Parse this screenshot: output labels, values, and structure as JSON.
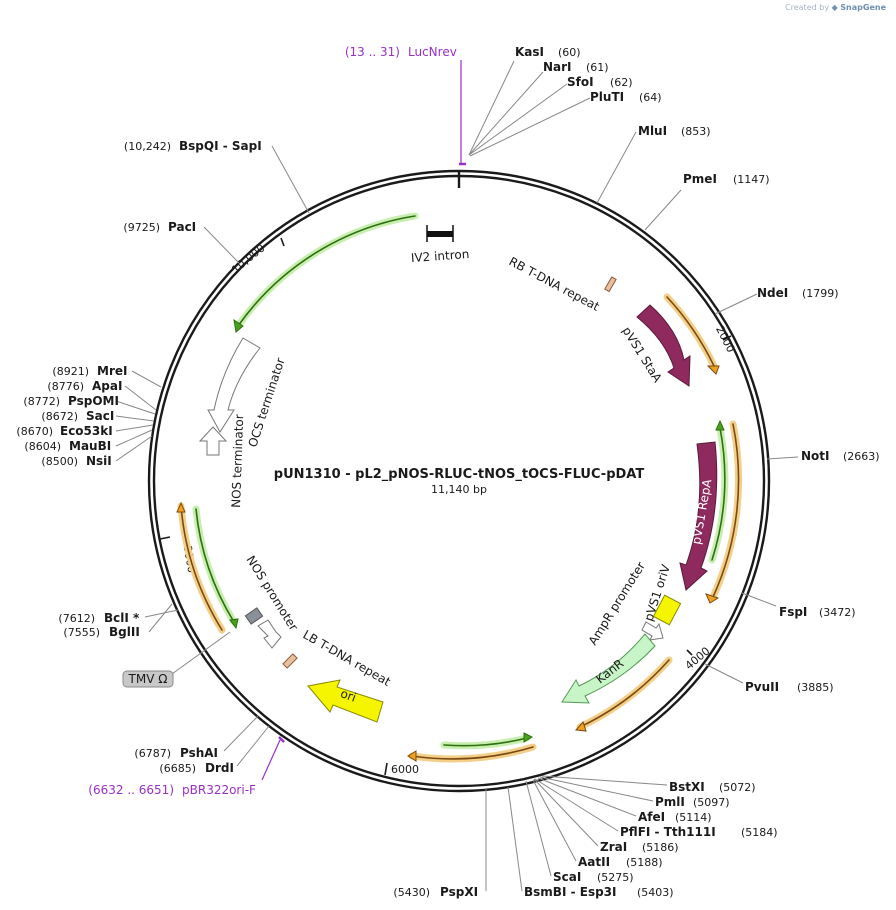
{
  "watermark": {
    "prefix": "Created by",
    "brand": "SnapGene"
  },
  "plasmid": {
    "name": "pUN1310 - pL2_pNOS-RLUC-tNOS_tOCS-FLUC-pDAT",
    "length_label": "11,140 bp",
    "length_bp": 11140,
    "ticks": [
      {
        "bp": 2000,
        "label": "2000"
      },
      {
        "bp": 4000,
        "label": "4000"
      },
      {
        "bp": 6000,
        "label": "6000"
      },
      {
        "bp": 8000,
        "label": "8000"
      },
      {
        "bp": 10000,
        "label": "10,000"
      }
    ]
  },
  "colors": {
    "backbone": "#1a1a1a",
    "enzyme_line": "#888888",
    "primer": "#9b30c8",
    "repA": "#8e2a5e",
    "orange_feature": "#f0a020",
    "green_feature": "#48a020",
    "promoter_outline": "#777777",
    "ori": "#f5f500",
    "kanr": "#c8f5c8",
    "lb_rb": "#e8c0a0",
    "tmv": "#c8c8c8"
  },
  "enzymes": [
    {
      "name": "KasI",
      "pos": "(60)"
    },
    {
      "name": "NarI",
      "pos": "(61)"
    },
    {
      "name": "SfoI",
      "pos": "(62)"
    },
    {
      "name": "PluTI",
      "pos": "(64)"
    },
    {
      "name": "MluI",
      "pos": "(853)"
    },
    {
      "name": "PmeI",
      "pos": "(1147)"
    },
    {
      "name": "NdeI",
      "pos": "(1799)"
    },
    {
      "name": "NotI",
      "pos": "(2663)"
    },
    {
      "name": "FspI",
      "pos": "(3472)"
    },
    {
      "name": "PvuII",
      "pos": "(3885)"
    },
    {
      "name": "BstXI",
      "pos": "(5072)"
    },
    {
      "name": "PmlI",
      "pos": "(5097)"
    },
    {
      "name": "AfeI",
      "pos": "(5114)"
    },
    {
      "name": "PflFI - Tth111I",
      "pos": "(5184)"
    },
    {
      "name": "ZraI",
      "pos": "(5186)"
    },
    {
      "name": "AatII",
      "pos": "(5188)"
    },
    {
      "name": "ScaI",
      "pos": "(5275)"
    },
    {
      "name": "BsmBI - Esp3I",
      "pos": "(5403)"
    },
    {
      "name": "PspXI",
      "pos": "(5430)"
    },
    {
      "name": "DrdI",
      "pos": "(6685)"
    },
    {
      "name": "PshAI",
      "pos": "(6787)"
    },
    {
      "name": "BglII",
      "pos": "(7555)"
    },
    {
      "name": "BclI *",
      "pos": "(7612)"
    },
    {
      "name": "NsiI",
      "pos": "(8500)"
    },
    {
      "name": "MauBI",
      "pos": "(8604)"
    },
    {
      "name": "Eco53kI",
      "pos": "(8670)"
    },
    {
      "name": "SacI",
      "pos": "(8672)"
    },
    {
      "name": "PspOMI",
      "pos": "(8772)"
    },
    {
      "name": "ApaI",
      "pos": "(8776)"
    },
    {
      "name": "MreI",
      "pos": "(8921)"
    },
    {
      "name": "PacI",
      "pos": "(9725)"
    },
    {
      "name": "BspQI - SapI",
      "pos": "(10,242)"
    }
  ],
  "primers": [
    {
      "name": "LucNrev",
      "range": "(13 .. 31)"
    },
    {
      "name": "pBR322ori-F",
      "range": "(6632 .. 6651)"
    }
  ],
  "features": {
    "iv2_intron": "IV2 intron",
    "rb_repeat": "RB T-DNA repeat",
    "pvs1_staa": "pVS1 StaA",
    "pvs1_repa": "pVS1 RepA",
    "pvs1_oriv": "pVS1 oriV",
    "ampr_promoter": "AmpR promoter",
    "kanr": "KanR",
    "ori": "ori",
    "lb_repeat": "LB T-DNA repeat",
    "nos_promoter": "NOS promoter",
    "nos_terminator": "NOS terminator",
    "ocs_terminator": "OCS terminator",
    "tmv": "TMV Ω"
  }
}
